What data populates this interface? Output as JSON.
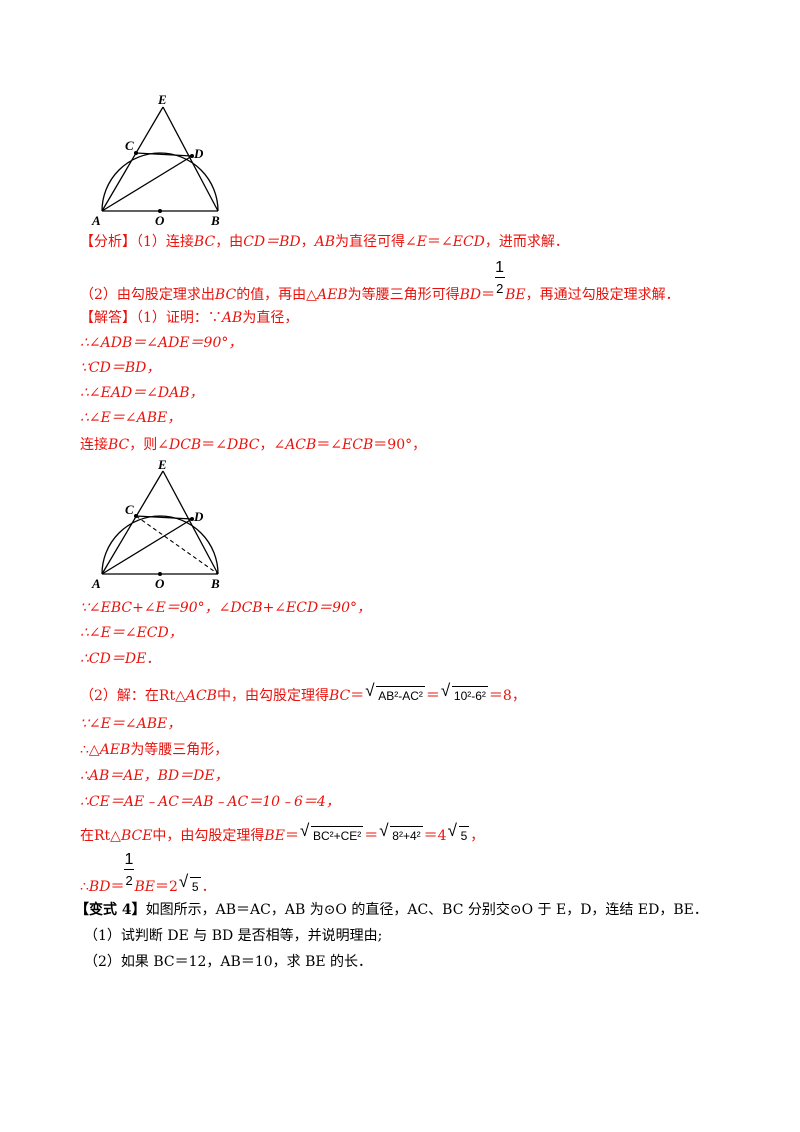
{
  "figure1": {
    "labels": {
      "E": "E",
      "C": "C",
      "D": "D",
      "A": "A",
      "O": "O",
      "B": "B"
    }
  },
  "figure2": {
    "labels": {
      "E": "E",
      "C": "C",
      "D": "D",
      "A": "A",
      "O": "O",
      "B": "B"
    }
  },
  "analysis": {
    "tag": "【分析】",
    "part1_lead": "（1）连接",
    "part1_bc": "BC",
    "part1_mid1": "，由",
    "part1_eq": "CD＝BD",
    "part1_mid2": "，",
    "part1_ab": "AB",
    "part1_mid3": "为直径可得∠",
    "part1_e": "E",
    "part1_mid4": "＝∠",
    "part1_ecd": "ECD",
    "part1_tail": "，进而求解．",
    "part2_lead": "（2）由勾股定理求出",
    "part2_bc": "BC",
    "part2_mid1": "的值，再由△",
    "part2_aeb": "AEB",
    "part2_mid2": "为等腰三角形可得",
    "part2_bd": "BD",
    "part2_eq": "＝",
    "frac_num": "1",
    "frac_den": "2",
    "part2_be": "BE",
    "part2_tail": "，再通过勾股定理求解．"
  },
  "solution": {
    "tag": "【解答】",
    "l1_lead": "（1）证明：∵",
    "l1_ab": "AB",
    "l1_tail": "为直径，",
    "l2": "∴∠ADB＝∠ADE＝90°，",
    "l3": "∵CD＝BD，",
    "l4": "∴∠EAD＝∠DAB，",
    "l5": "∴∠E＝∠ABE，",
    "l6_lead": "连接",
    "l6_bc": "BC",
    "l6_mid": "，则∠",
    "l6_dcb": "DCB",
    "l6_eq1": "＝∠",
    "l6_dbc": "DBC",
    "l6_mid2": "，∠",
    "l6_acb": "ACB",
    "l6_eq2": "＝∠",
    "l6_ecb": "ECB",
    "l6_tail": "＝90°，",
    "l7": "∵∠EBC+∠E＝90°，∠DCB+∠ECD＝90°，",
    "l8": "∴∠E＝∠ECD，",
    "l9": "∴CD＝DE．",
    "l10_lead": "（2）解：在Rt△",
    "l10_acb": "ACB",
    "l10_mid": "中，由勾股定理得",
    "l10_bc": "BC",
    "l10_eq": "＝",
    "l10_rad1": "AB²-AC²",
    "l10_eq2": "＝",
    "l10_rad2": "10²-6²",
    "l10_tail": "＝8，",
    "l11": "∵∠E＝∠ABE，",
    "l12_lead": "∴△",
    "l12_aeb": "AEB",
    "l12_tail": "为等腰三角形，",
    "l13": "∴AB＝AE，BD＝DE，",
    "l14": "∴CE＝AE﹣AC＝AB﹣AC＝10﹣6＝4，",
    "l15_lead": "在Rt△",
    "l15_bce": "BCE",
    "l15_mid": "中，由勾股定理得",
    "l15_be": "BE",
    "l15_eq": "＝",
    "l15_rad1": "BC²+CE²",
    "l15_eq2": "＝",
    "l15_rad2": "8²+4²",
    "l15_eq3": "＝4",
    "l15_rad3": "5",
    "l15_tail": "，",
    "l16_lead": "∴",
    "l16_bd": "BD",
    "l16_eq": "＝",
    "l16_frac_num": "1",
    "l16_frac_den": "2",
    "l16_be": "BE",
    "l16_eq2": "＝2",
    "l16_rad": "5",
    "l16_tail": "．"
  },
  "variant": {
    "tag": "【变式 4】",
    "text": "如图所示，AB＝AC，AB 为⊙O 的直径，AC、BC 分别交⊙O 于 E，D，连结 ED，BE．",
    "q1": "（1）试判断 DE 与 BD 是否相等，并说明理由;",
    "q2": "（2）如果 BC＝12，AB＝10，求 BE 的长．"
  }
}
